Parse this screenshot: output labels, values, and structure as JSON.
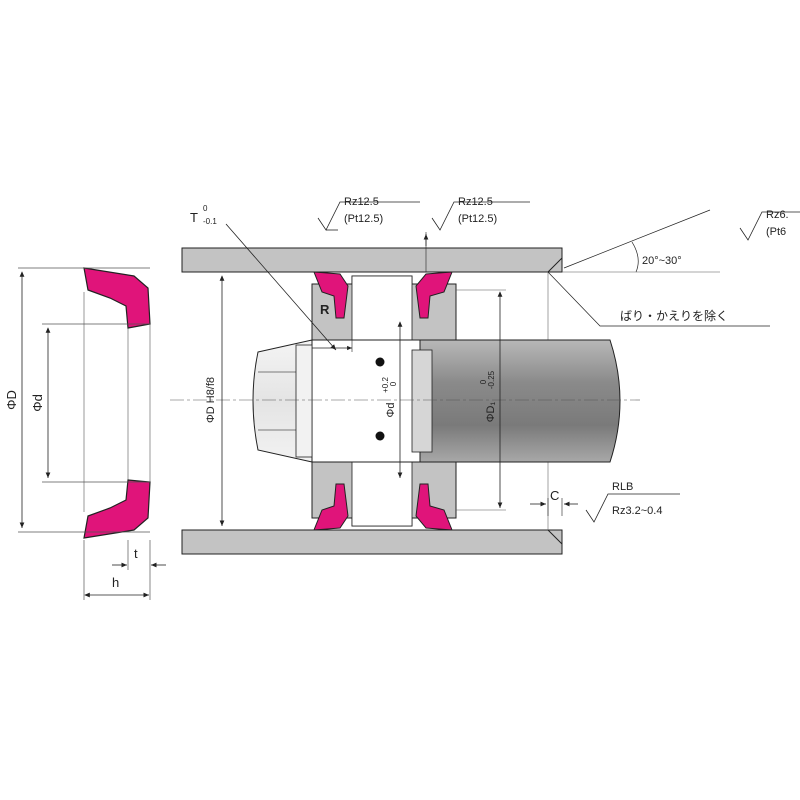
{
  "seal_section": {
    "outer_dia": "ΦD",
    "inner_dia": "Φd",
    "height": "h",
    "thickness": "t"
  },
  "assembly": {
    "tolerance_T": "T",
    "tolerance_T_upper": "0",
    "tolerance_T_lower": "-0.1",
    "radius": "R",
    "roughness_top_1": "Rz12.5",
    "roughness_top_1b": "(Pt12.5)",
    "roughness_top_2": "Rz12.5",
    "roughness_top_2b": "(Pt12.5)",
    "roughness_right": "Rz6.",
    "roughness_right_b": "(Pt6",
    "chamfer_angle": "20°~30°",
    "deburr_note": "ばり・かえりを除く",
    "bore_dia": "ΦD H8/f8",
    "groove_dia": "Φd",
    "groove_tol_upper": "+0.2",
    "groove_tol_lower": "0",
    "rod_dia": "ΦD₁",
    "rod_tol_upper": "0",
    "rod_tol_lower": "-0.25",
    "chamfer": "C",
    "rlb": "RLB",
    "rlb_roughness": "Rz3.2~0.4"
  },
  "colors": {
    "seal": "#e0147a",
    "housing": "#c3c3c3",
    "rod": "#9a9a9a",
    "line": "#222222"
  }
}
